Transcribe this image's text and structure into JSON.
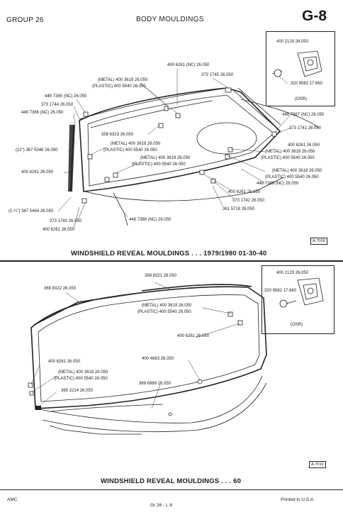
{
  "header": {
    "group": "GROUP 26",
    "title": "BODY MOULDINGS",
    "page_id": "G-8"
  },
  "fig1": {
    "caption": "WINDSHIELD REVEAL MOULDINGS . . . 1979/1980  01-30-40",
    "ref": "A-7009",
    "inset": {
      "part": "400 2129  26.050",
      "screw": "320 9582  17.660",
      "note": "(OSR)"
    },
    "labels": [
      "400 6261 (NC)  26.050",
      "373 1745  26.050",
      "(METAL) 400 3619  26.050",
      "(PLASTIC) 400 5540  26.050",
      "448 7385 (NC)  26.050",
      "373 1744  26.050",
      "448 7386 (NC)  26.050",
      "358 6323  26.050",
      "(METAL) 400 3619  26.050",
      "(PLASTIC) 400 5540  26.050",
      "(22\")  367 5046  26.050",
      "(METAL) 400 3619  26.050",
      "(PLASTIC) 400 5540  26.050",
      "400 6261  26.050",
      "448 7387 (NC)  26.050",
      "373 1741  26.050",
      "400 6261  26.050",
      "(METAL) 400 3619  26.050",
      "(PLASTIC) 400 5540  26.050",
      "(METAL) 400 3619  26.050",
      "(PLASTIC) 400 5540  26.050",
      "448 7389 (NC)  26.050",
      "400 6261  26.050",
      "373 1742  26.050",
      "361 5718  26.050",
      "(1-¼\")  367 5464  26.050",
      "373 1740  26.050",
      "400 6261  26.050",
      "448 7388 (NC)  26.050"
    ]
  },
  "fig2": {
    "caption": "WINDSHIELD REVEAL MOULDINGS . . . 60",
    "ref": "A-7010",
    "inset": {
      "part": "400 2129  26.050",
      "screw": "320 9582  17.660",
      "note": "(OSR)"
    },
    "labels": [
      "369 8321  26.050",
      "369 8322  26.050",
      "(METAL) 400 3619  26.050",
      "(PLASTIC) 400 5540  26.050",
      "400 6261  26.050",
      "400 4663  26.050",
      "400 6261  26.050",
      "(METAL) 400 3619  26.050",
      "(PLASTIC) 400 5540  26.050",
      "369 6969  26.050",
      "369 2214  26.050"
    ]
  },
  "footer": {
    "left": "AMC",
    "center": "Gr  26  -  L  8",
    "right": "Printed  in U.S.A."
  }
}
